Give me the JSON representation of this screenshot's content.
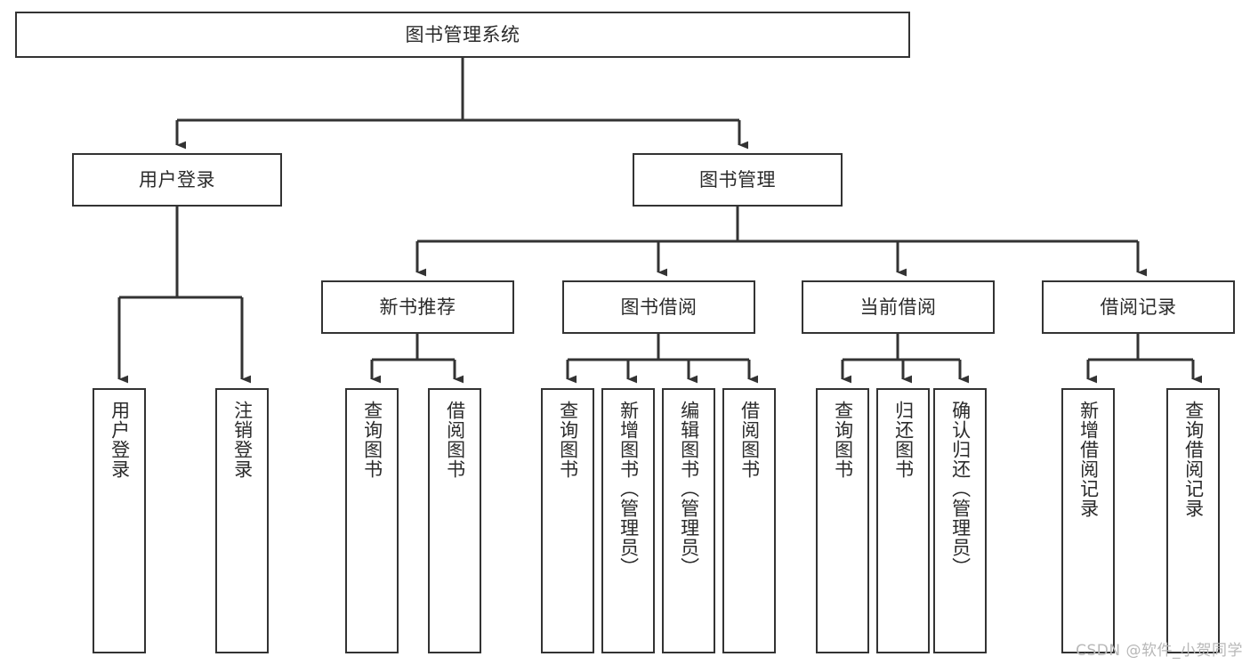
{
  "diagram": {
    "title": "图书管理系统",
    "watermark": "CSDN @软件_小贺同学",
    "edge_color": "#333333",
    "node_border_color": "#333333",
    "node_fill_color": "#ffffff",
    "text_color": "#2b2b2b",
    "background_color": "#ffffff"
  },
  "nodes": {
    "root": {
      "label": "图书管理系统"
    },
    "level2": [
      {
        "label": "用户登录"
      },
      {
        "label": "图书管理"
      }
    ],
    "level3": [
      {
        "label": "新书推荐"
      },
      {
        "label": "图书借阅"
      },
      {
        "label": "当前借阅"
      },
      {
        "label": "借阅记录"
      }
    ],
    "leaves": {
      "user_login": [
        {
          "label": "用户登录"
        },
        {
          "label": "注销登录"
        }
      ],
      "new_book_recommend": [
        {
          "label": "查询图书"
        },
        {
          "label": "借阅图书"
        }
      ],
      "book_borrow": [
        {
          "label": "查询图书"
        },
        {
          "label": "新增图书（管理员）"
        },
        {
          "label": "编辑图书（管理员）"
        },
        {
          "label": "借阅图书"
        }
      ],
      "current_borrow": [
        {
          "label": "查询图书"
        },
        {
          "label": "归还图书"
        },
        {
          "label": "确认归还（管理员）"
        }
      ],
      "borrow_record": [
        {
          "label": "新增借阅记录"
        },
        {
          "label": "查询借阅记录"
        }
      ]
    }
  }
}
